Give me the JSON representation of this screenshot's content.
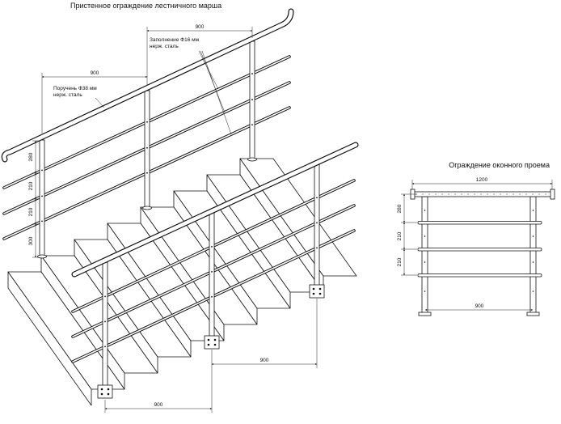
{
  "stair_railing": {
    "title": "Пристенное ограждение лестничного марша",
    "post_spacing_top": "900",
    "post_spacing_left": "900",
    "infill_label": "Заполнение Ф16 мм",
    "infill_material": "нерж. сталь",
    "handrail_label": "Поручень Ф38 мм",
    "handrail_material": "нерж. сталь",
    "vertical_dims": [
      "280",
      "210",
      "210",
      "300"
    ],
    "open_side_spacing_right": "900",
    "open_side_spacing_bottom": "900"
  },
  "window_railing": {
    "title": "Ограждение оконного проема",
    "overall_width": "1200",
    "vertical_dims": [
      "280",
      "210",
      "210"
    ],
    "post_spacing": "900"
  }
}
